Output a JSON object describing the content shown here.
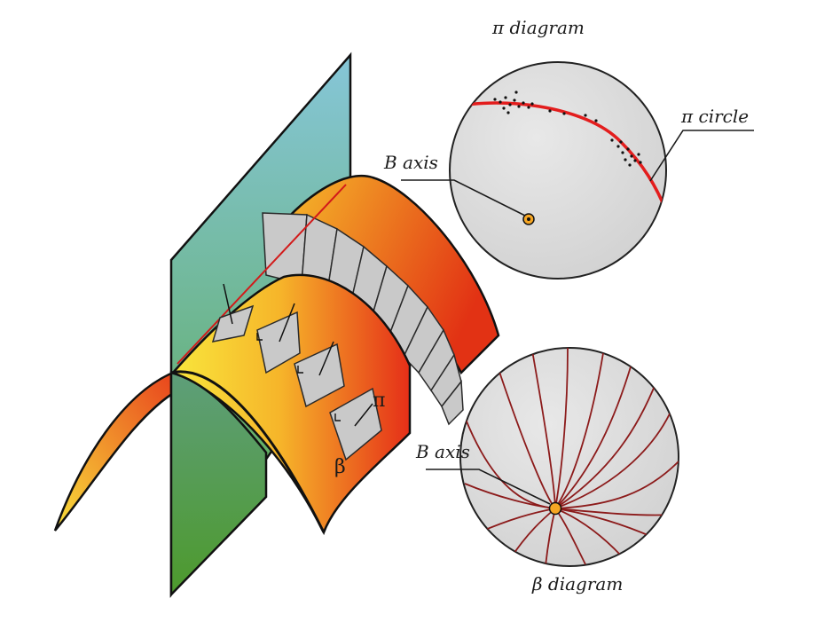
{
  "labels": {
    "pi_diagram": "π diagram",
    "pi_circle": "π circle",
    "b_axis_top": "B axis",
    "b_axis_bottom": "B axis",
    "beta_diagram": "β diagram",
    "pi_marker": "π",
    "beta_marker": "β"
  },
  "colors": {
    "pi_circle": "#e31d1d",
    "great_circles": "#8c1b1b",
    "b_axis_point": "#f6a623",
    "plane_top": "#7fc2d4",
    "plane_bottom": "#5fae3a",
    "fold_light": "#f8e23a",
    "fold_dark": "#e8321a"
  },
  "icons": {
    "b_axis_point": "orange-dot-icon"
  }
}
